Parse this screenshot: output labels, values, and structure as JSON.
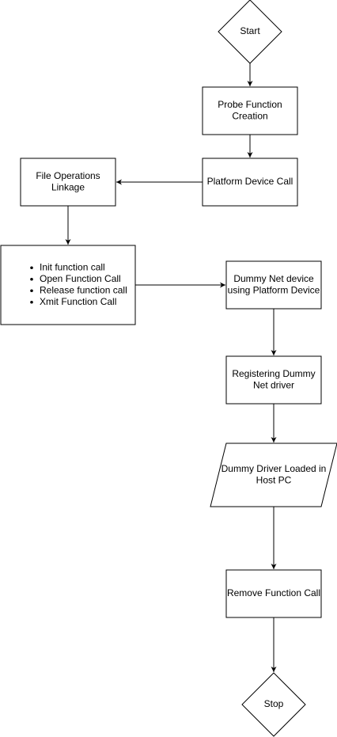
{
  "diagram": {
    "nodes": {
      "start": {
        "shape": "diamond",
        "lines": [
          "Start"
        ]
      },
      "probe": {
        "shape": "rect",
        "lines": [
          "Probe Function",
          "Creation"
        ]
      },
      "platform": {
        "shape": "rect",
        "lines": [
          "Platform Device Call"
        ]
      },
      "fileops": {
        "shape": "rect",
        "lines": [
          "File Operations",
          "Linkage"
        ]
      },
      "calls": {
        "shape": "rect",
        "bullets": [
          "Init function call",
          "Open Function Call",
          "Release function call",
          "Xmit Function Call"
        ]
      },
      "dummynet": {
        "shape": "rect",
        "lines": [
          "Dummy Net device",
          "using Platform Device"
        ]
      },
      "register": {
        "shape": "rect",
        "lines": [
          "Registering Dummy",
          "Net driver"
        ]
      },
      "loaded": {
        "shape": "parallelogram",
        "lines": [
          "Dummy Driver Loaded in",
          "Host PC"
        ]
      },
      "remove": {
        "shape": "rect",
        "lines": [
          "Remove Function Call"
        ]
      },
      "stop": {
        "shape": "diamond",
        "lines": [
          "Stop"
        ]
      }
    },
    "edges": [
      {
        "from": "start",
        "to": "probe"
      },
      {
        "from": "probe",
        "to": "platform"
      },
      {
        "from": "platform",
        "to": "fileops"
      },
      {
        "from": "fileops",
        "to": "calls"
      },
      {
        "from": "calls",
        "to": "dummynet"
      },
      {
        "from": "dummynet",
        "to": "register"
      },
      {
        "from": "register",
        "to": "loaded"
      },
      {
        "from": "loaded",
        "to": "remove"
      },
      {
        "from": "remove",
        "to": "stop"
      }
    ],
    "colors": {
      "stroke": "#000000",
      "fill": "#ffffff",
      "text": "#000000",
      "background": "#ffffff"
    }
  }
}
